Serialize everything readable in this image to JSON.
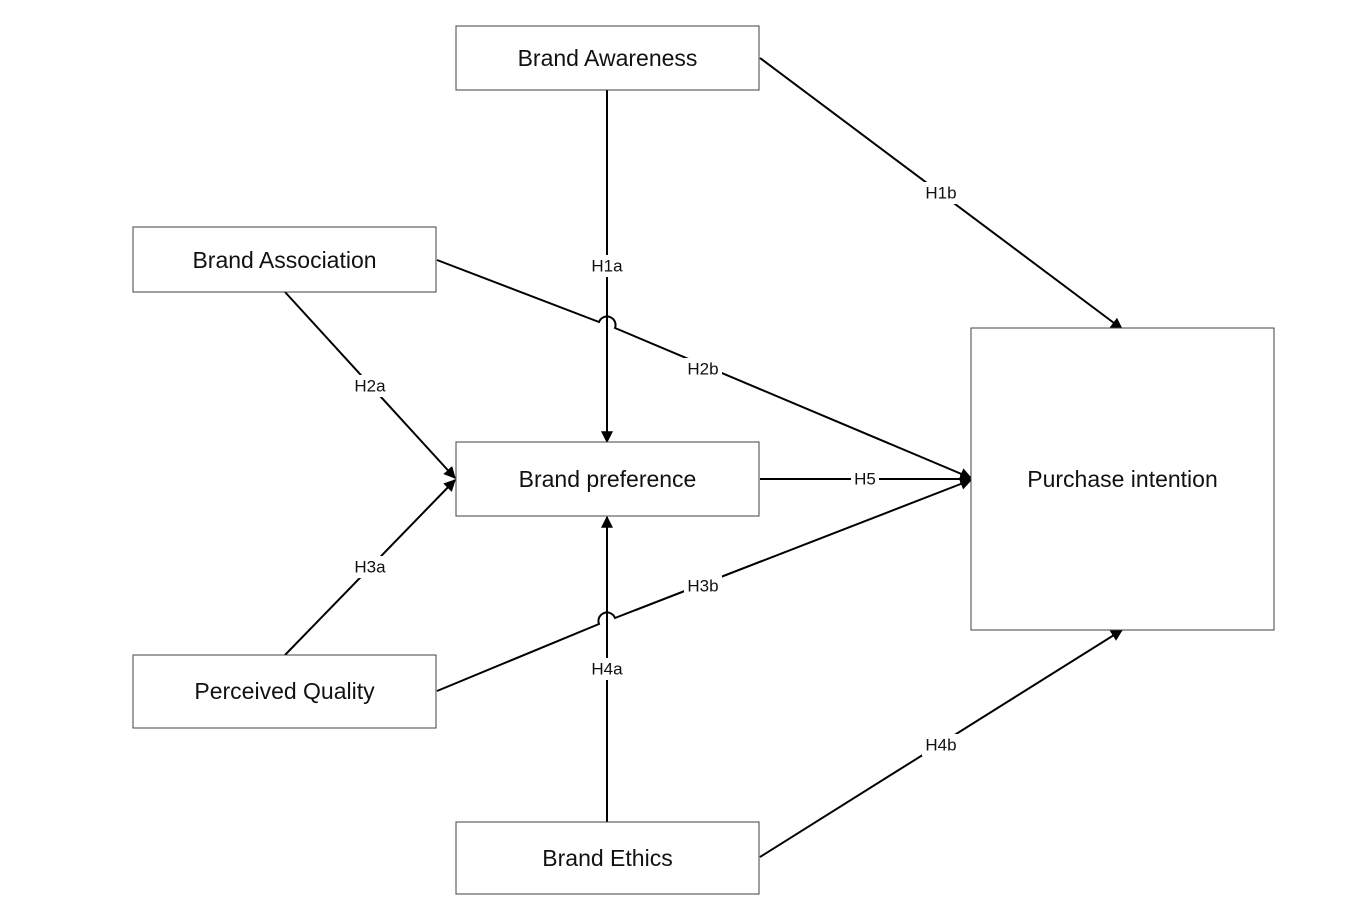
{
  "diagram": {
    "nodes": {
      "brand_awareness": "Brand Awareness",
      "brand_association": "Brand Association",
      "brand_preference": "Brand preference",
      "perceived_quality": "Perceived Quality",
      "brand_ethics": "Brand Ethics",
      "purchase_intention": "Purchase intention"
    },
    "edges": {
      "h1a": "H1a",
      "h1b": "H1b",
      "h2a": "H2a",
      "h2b": "H2b",
      "h3a": "H3a",
      "h3b": "H3b",
      "h4a": "H4a",
      "h4b": "H4b",
      "h5": "H5"
    }
  }
}
